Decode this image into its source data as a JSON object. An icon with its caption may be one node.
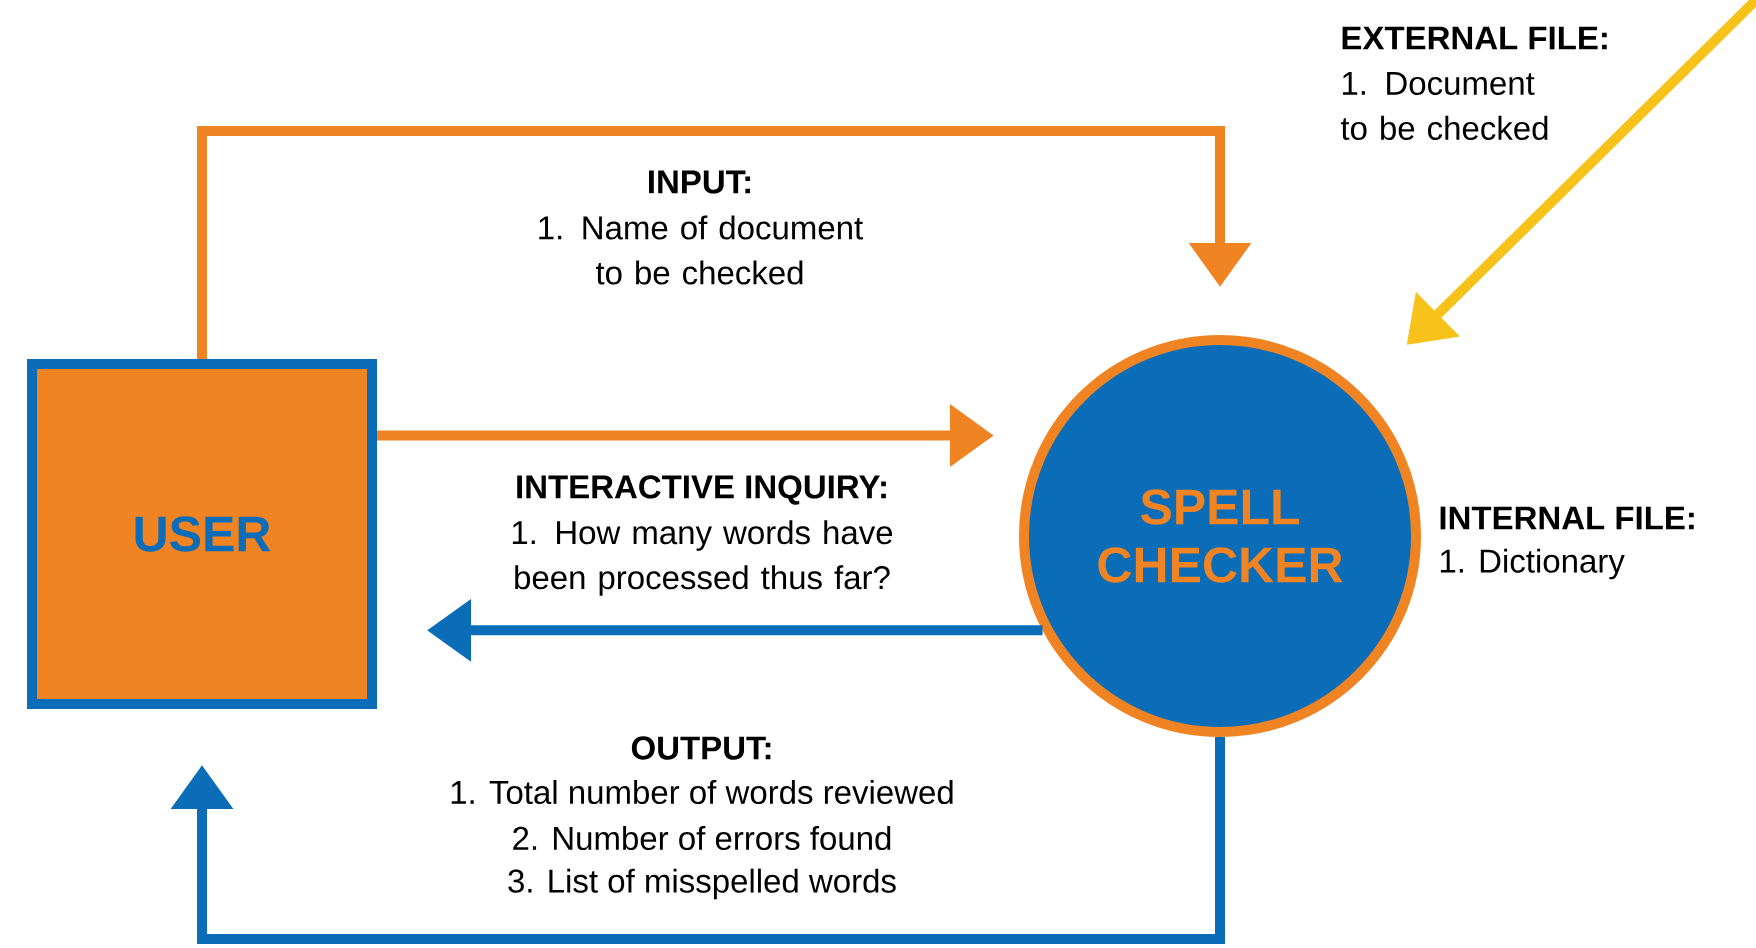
{
  "diagram": {
    "nodes": [
      {
        "text": [
          "USER"
        ]
      },
      {
        "text": [
          "SPELL CHECKER"
        ],
        "beside": [
          "INTERNAL FILE:",
          "1. Dictionary"
        ]
      }
    ],
    "edges": [
      {
        "from": 0,
        "to": 1,
        "arrow": "to",
        "color": "#f08322"
      },
      {
        "from": 0,
        "to": 1,
        "arrow": "to",
        "color": "#f08322"
      },
      {
        "from": 1,
        "to": 0,
        "arrow": "to",
        "color": "#0b6cb8"
      },
      {
        "from": 1,
        "to": 0,
        "arrow": "to",
        "color": "#0b6cb8"
      },
      {
        "from": null,
        "to": 1,
        "arrow": "to",
        "color": "#f7c21a"
      }
    ],
    "labels": [
      "EXTERNAL FILE:",
      "1. Document to be checked",
      "INPUT:",
      "1. Name of document to be checked",
      "INTERACTIVE INQUIRY:",
      "1. How many words have been processed thus far?",
      "OUTPUT:",
      "1. Total number of words reviewed",
      "2. Number of errors found",
      "3. List of misspelled words"
    ]
  }
}
